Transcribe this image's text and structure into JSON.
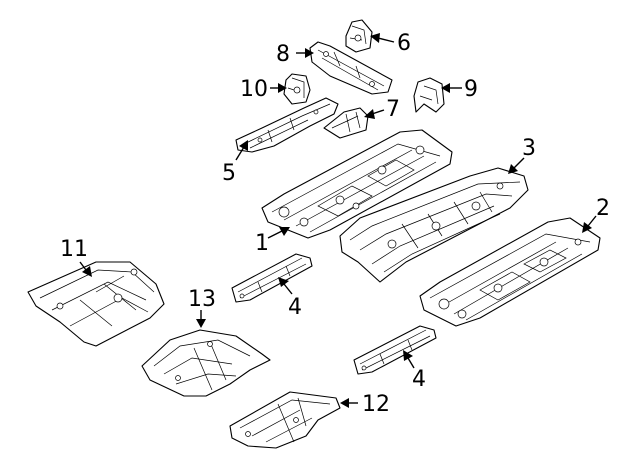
{
  "callouts": [
    {
      "id": "1",
      "label": "1"
    },
    {
      "id": "2",
      "label": "2"
    },
    {
      "id": "3",
      "label": "3"
    },
    {
      "id": "4a",
      "label": "4"
    },
    {
      "id": "4b",
      "label": "4"
    },
    {
      "id": "5",
      "label": "5"
    },
    {
      "id": "6",
      "label": "6"
    },
    {
      "id": "7",
      "label": "7"
    },
    {
      "id": "8",
      "label": "8"
    },
    {
      "id": "9",
      "label": "9"
    },
    {
      "id": "10",
      "label": "10"
    },
    {
      "id": "11",
      "label": "11"
    },
    {
      "id": "12",
      "label": "12"
    },
    {
      "id": "13",
      "label": "13"
    }
  ]
}
